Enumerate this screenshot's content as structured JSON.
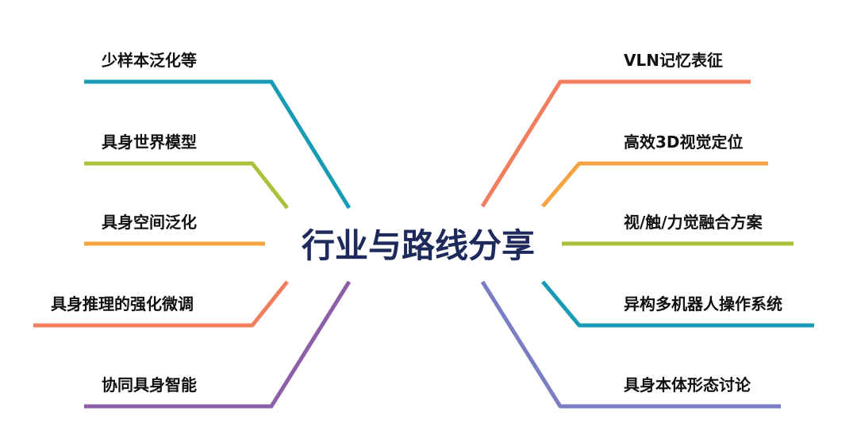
{
  "center": {
    "title": "行业与路线分享"
  },
  "colors": {
    "teal": "#1a9bb5",
    "lime": "#a9c23a",
    "orange": "#f5a443",
    "salmon": "#f17e5c",
    "purple": "#8c5fa8",
    "lavender": "#7a7dc3"
  },
  "left_branches": [
    {
      "label": "少样本泛化等"
    },
    {
      "label": "具身世界模型"
    },
    {
      "label": "具身空间泛化"
    },
    {
      "label": "具身推理的强化微调"
    },
    {
      "label": "协同具身智能"
    }
  ],
  "right_branches": [
    {
      "label": "VLN记忆表征"
    },
    {
      "label": "高效3D视觉定位"
    },
    {
      "label": "视/触/力觉融合方案"
    },
    {
      "label": "异构多机器人操作系统"
    },
    {
      "label": "具身本体形态讨论"
    }
  ]
}
